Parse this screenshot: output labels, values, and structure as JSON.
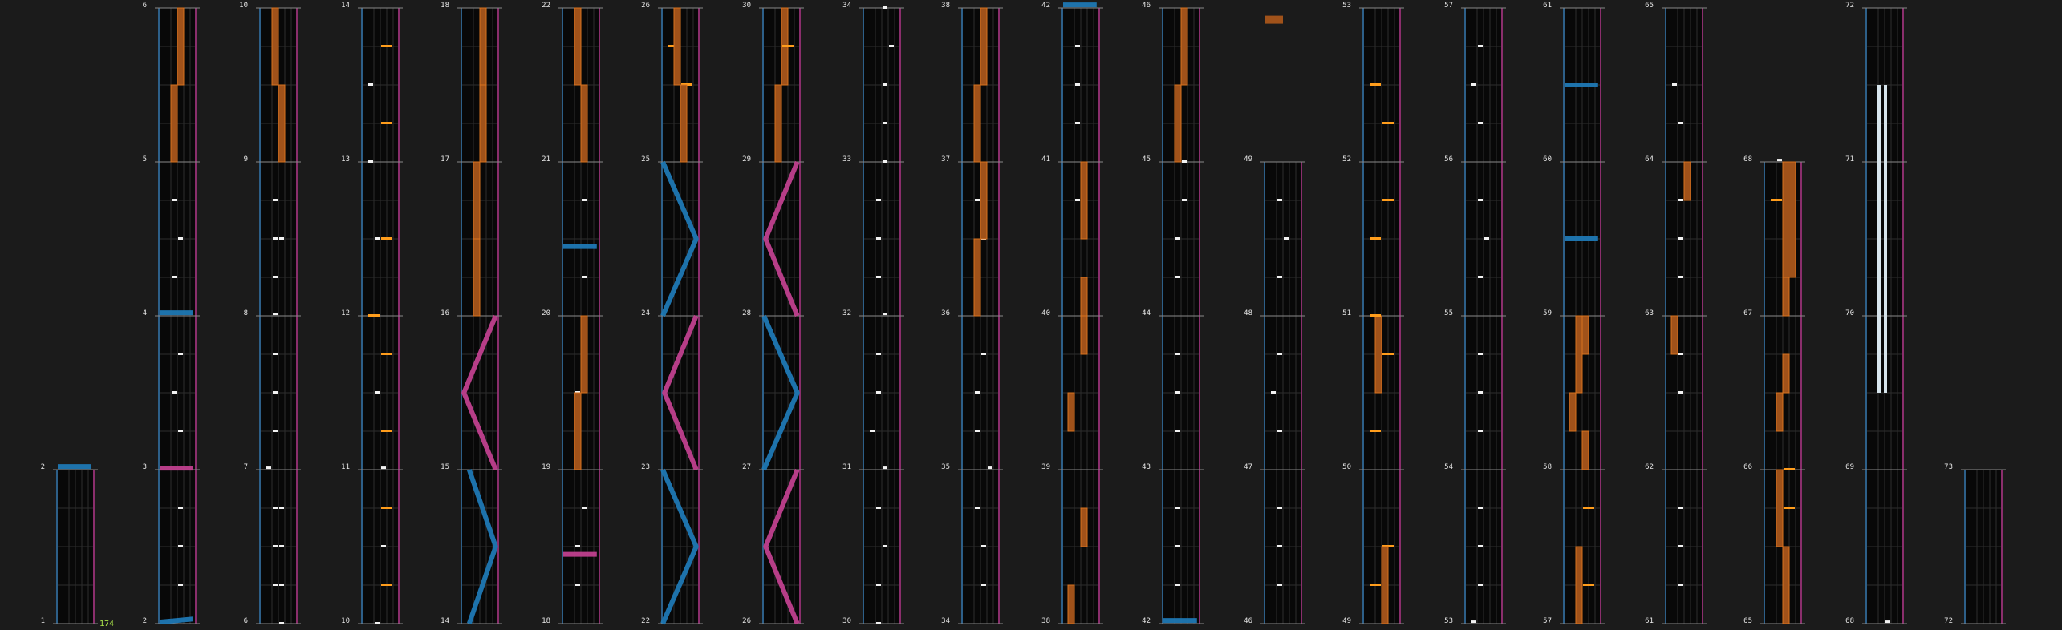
{
  "app": {
    "view": "chart-overview",
    "bpm_label": "174"
  },
  "colors": {
    "background": "#1b1b1b",
    "lane_bg": "#080808",
    "grid": "#2e2e2e",
    "measure_line": "#8a8a8a",
    "left_border": "#2d5f88",
    "right_border": "#8a2e6c",
    "tap_note": "#f2f2f2",
    "side_note": "#ff9d1c",
    "hold_fill": "#a0521a",
    "hold_edge": "#d9731f",
    "laser_left": "#1f78b4",
    "laser_right": "#c0408e",
    "fx_hold": "#d6e4ec",
    "bpm_text": "#a8e04a",
    "number_text": "#e6e6e6"
  },
  "chart": {
    "total_measures": 73,
    "columns": [
      {
        "start": 1,
        "measures": [
          1,
          2
        ]
      },
      {
        "start": 2,
        "measures": [
          2,
          3,
          4,
          5,
          6
        ]
      },
      {
        "start": 6,
        "measures": [
          6,
          7,
          8,
          9,
          10
        ]
      },
      {
        "start": 10,
        "measures": [
          10,
          11,
          12,
          13,
          14
        ]
      },
      {
        "start": 14,
        "measures": [
          14,
          15,
          16,
          17,
          18
        ]
      },
      {
        "start": 18,
        "measures": [
          18,
          19,
          20,
          21,
          22
        ]
      },
      {
        "start": 22,
        "measures": [
          22,
          23,
          24,
          25,
          26
        ]
      },
      {
        "start": 26,
        "measures": [
          26,
          27,
          28,
          29,
          30
        ]
      },
      {
        "start": 30,
        "measures": [
          30,
          31,
          32,
          33,
          34
        ]
      },
      {
        "start": 34,
        "measures": [
          34,
          35,
          36,
          37,
          38
        ]
      },
      {
        "start": 38,
        "measures": [
          38,
          39,
          40,
          41,
          42
        ]
      },
      {
        "start": 42,
        "measures": [
          42,
          43,
          44,
          45,
          46
        ]
      },
      {
        "start": 46,
        "measures": [
          46,
          47,
          48,
          49
        ]
      },
      {
        "start": 49,
        "measures": [
          49,
          50,
          51,
          52,
          53
        ]
      },
      {
        "start": 53,
        "measures": [
          53,
          54,
          55,
          56,
          57
        ]
      },
      {
        "start": 57,
        "measures": [
          57,
          58,
          59,
          60,
          61
        ]
      },
      {
        "start": 61,
        "measures": [
          61,
          62,
          63,
          64,
          65
        ]
      },
      {
        "start": 65,
        "measures": [
          65,
          66,
          67,
          68
        ]
      },
      {
        "start": 68,
        "measures": [
          68,
          69,
          70,
          71,
          72
        ]
      },
      {
        "start": 72,
        "measures": [
          72,
          73
        ]
      }
    ]
  }
}
